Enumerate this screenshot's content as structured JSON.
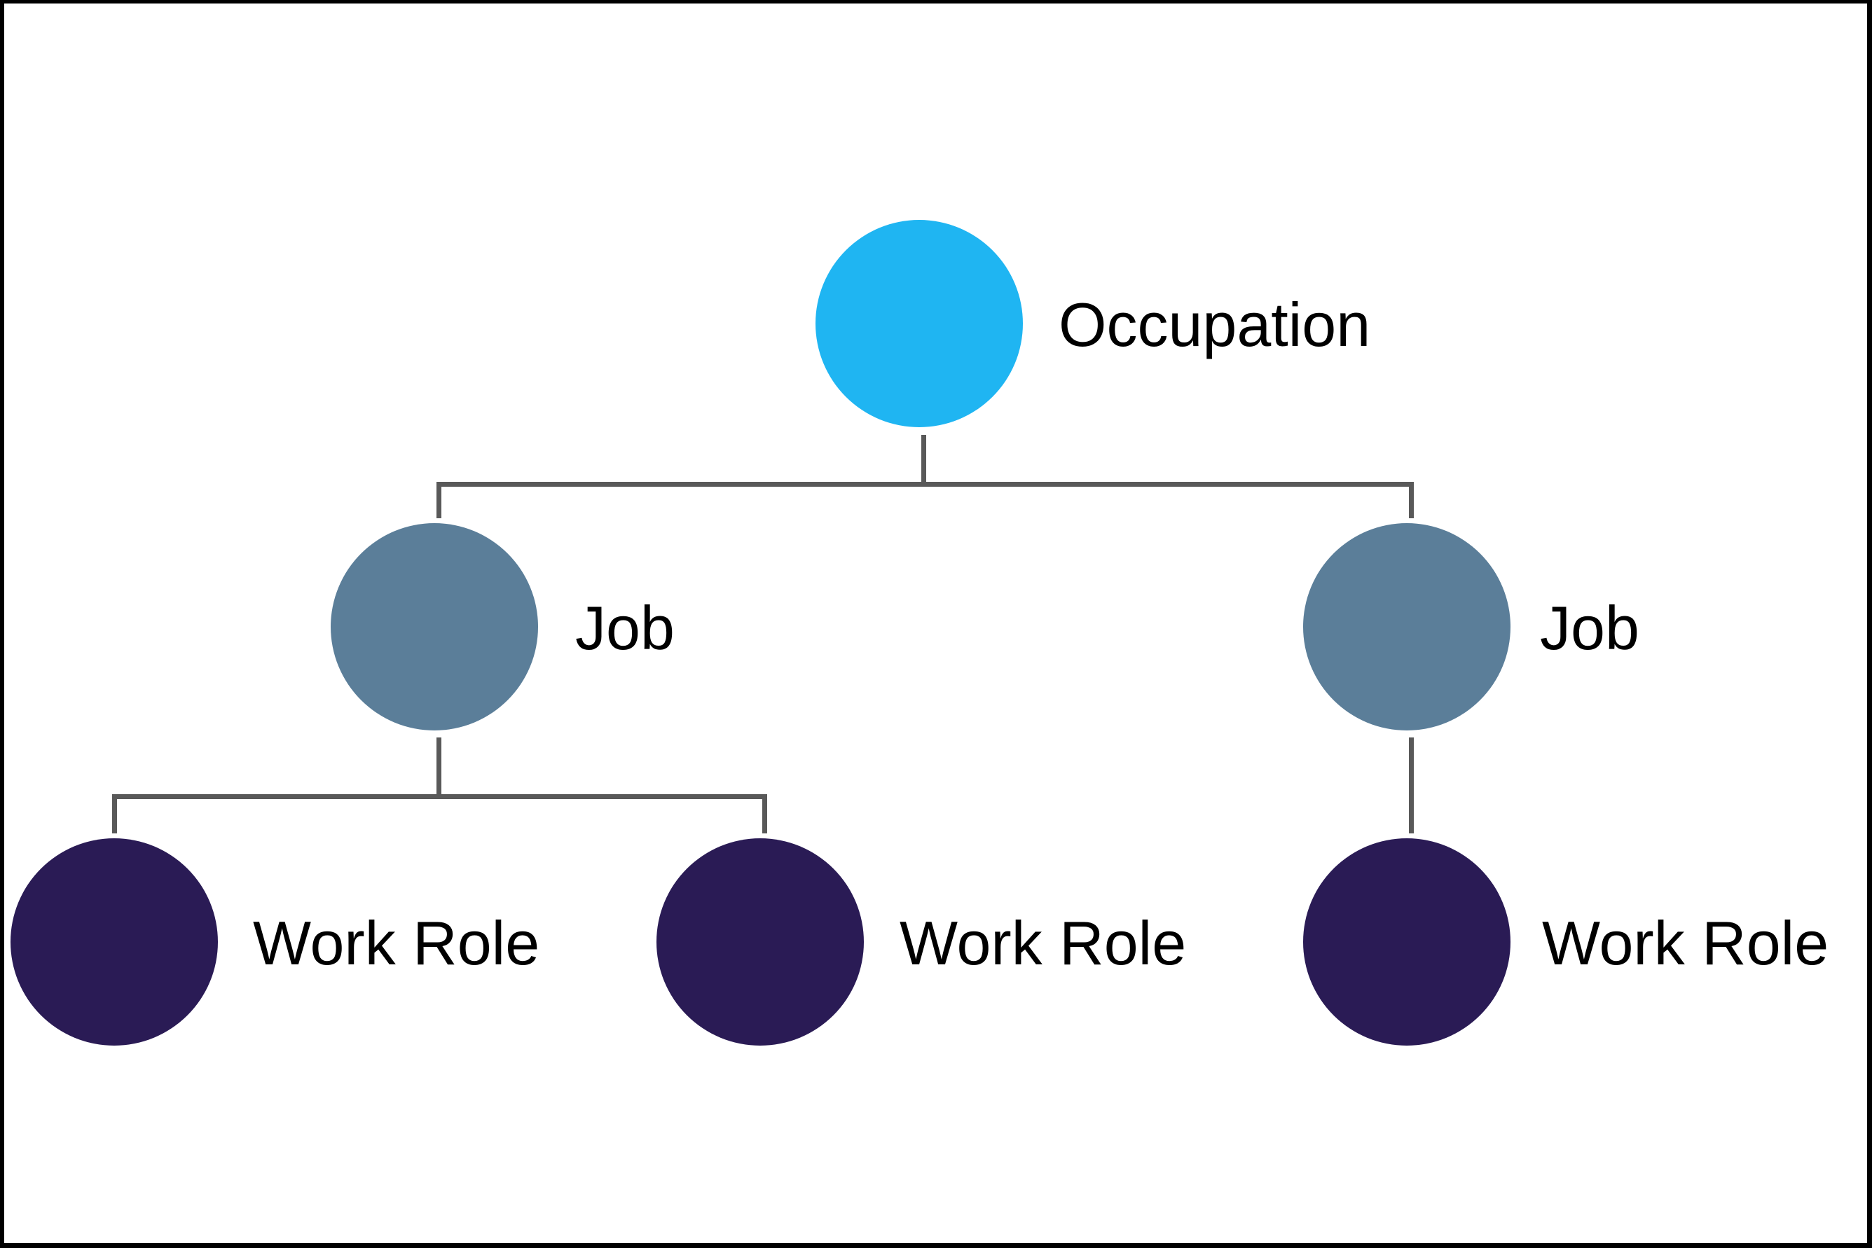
{
  "frame": {
    "background_color": "#ffffff",
    "border_color": "#000000"
  },
  "diagram": {
    "type": "tree",
    "connector_color": "#595959",
    "label_color": "#000000",
    "node_colors": {
      "occupation": "#1fb5f2",
      "job": "#5b7e99",
      "work_role": "#2a1b55"
    },
    "nodes": [
      {
        "id": "occupation",
        "label": "Occupation",
        "parent": null,
        "color": "#1fb5f2"
      },
      {
        "id": "job-1",
        "label": "Job",
        "parent": "occupation",
        "color": "#5b7e99"
      },
      {
        "id": "job-2",
        "label": "Job",
        "parent": "occupation",
        "color": "#5b7e99"
      },
      {
        "id": "work-role-1",
        "label": "Work Role",
        "parent": "job-1",
        "color": "#2a1b55"
      },
      {
        "id": "work-role-2",
        "label": "Work Role",
        "parent": "job-1",
        "color": "#2a1b55"
      },
      {
        "id": "work-role-3",
        "label": "Work Role",
        "parent": "job-2",
        "color": "#2a1b55"
      }
    ]
  }
}
